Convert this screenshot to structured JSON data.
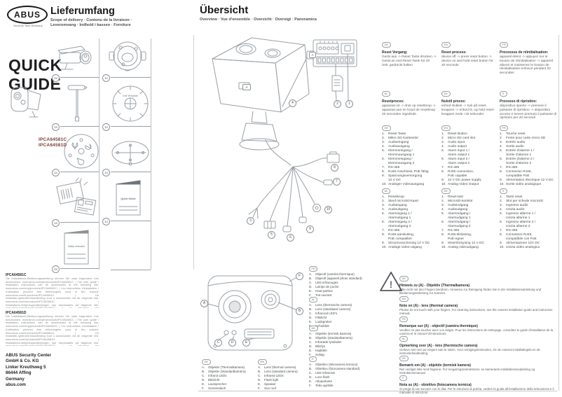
{
  "left_page": {
    "brand": "ABUS",
    "brand_tagline": "Security Tech Germany",
    "title": "Lieferumfang",
    "subtitle1": "Scope of delivery · Contenu de la livraison ·",
    "subtitle2": "Leveromvang · Indhold i kassen · Forniture",
    "quick1": "QUICK",
    "quick2": "GUIDE",
    "model_line1": "IPCA64581C",
    "model_line2": "IPCA64581D",
    "items": [
      {
        "name": "bullet-camera",
        "qty": "1x"
      },
      {
        "name": "mount-base",
        "qty": "1x"
      },
      {
        "name": "allen-key",
        "qty": "1x"
      },
      {
        "name": "drill-template",
        "qty": "1x"
      },
      {
        "name": "mounting-plate",
        "qty": "1x"
      },
      {
        "name": "gasket",
        "qty": "1x"
      },
      {
        "name": "sticker-sheet",
        "qty": "1x"
      },
      {
        "name": "quick-guide-booklet",
        "qty": "1x"
      },
      {
        "name": "safety-booklet",
        "qty": "1x"
      }
    ],
    "labels": {
      "drill_template": "Drill Template",
      "quick_guide": "Quick Guide",
      "safety_reminders": "Safety reminders"
    },
    "downloads": [
      {
        "heading": "IPCA64581C",
        "text": "Die Installations-/Bedienungsanleitung können Sie unter folgendem Link downloaden: www.abus.com/ger/products/IPCA64581C. | The user guide / installation instructions can be downloaded at the following link: www.abus.com/eng/products/IPCA64581C. | Les instructions d'installation / d'utilisation peuvent être téléchargées sous le lien suivant: www.abus.com/fr/products/IPCA64581C. | De installatie-/gebruikershandleiding kunt u downloaden via de volgende link: www.abus.com/nl/products/IPCA64581C. | Installations-/betjeningsvejledningen kan downloades på følgende link: www.abus.com/dk/products/IPCA64581C. | Le istruzioni per l'installazione/l'uso possono essere scaricate dal seguente link: www.abus.com/it/products/IPCA64581C."
      },
      {
        "heading": "IPCA64581D",
        "text": "Die Installations-/Bedienungsanleitung können Sie unter folgendem Link downloaden: www.abus.com/ger/products/IPCA64581D. | The user guide / installation instructions can be downloaded at the following link: www.abus.com/eng/products/IPCA64581D. | Les instructions d'installation / d'utilisation peuvent être téléchargées sous le lien suivant: www.abus.com/fr/products/IPCA64581D. | De installatie-/gebruikershandleiding kunt u downloaden via de volgende link: www.abus.com/nl/products/IPCA64581D. | Installations-/betjeningsvejledningen kan downloades på følgende link: www.abus.com/dk/products/IPCA64581D. | Le istruzioni per l'installazione/l'uso possono essere scaricate dal seguente link: www.abus.com/it/products/IPCA64581D."
      }
    ],
    "address": [
      "ABUS Security Center",
      "GmbH & Co. KG",
      "Linker Kreuthweg 5",
      "86444 Affing",
      "Germany",
      "abus.com"
    ]
  },
  "right_page": {
    "title": "Übersicht",
    "subtitle": "Overview · Vue d'ensemble · Overzicht · Oversigt · Panoramica",
    "panel_label": "A",
    "reset_blocks": [
      {
        "lang": "DE",
        "heading": "Reset Vorgang:",
        "body": "Gerät aus -> Reset Taste drücken -> Gerät an und Reset Taste für 20 Sek. gedrückt halten"
      },
      {
        "lang": "EN",
        "heading": "Reset process:",
        "body": "device off -> press reset button -> device on and hold reset button for 20 seconds"
      },
      {
        "lang": "FR",
        "heading": "Processus de réinitialisation:",
        "body": "appareil éteint -> appuyez sur le bouton de réinitialisation -> appareil allumé et maintenez le bouton de réinitialisation enfoncé pendant 20 secondes"
      },
      {
        "lang": "NL",
        "heading": "Resetproces:",
        "body": "apparaat uit -> druk op resetknop -> apparaat aan en houd de resetknop 20 seconden ingedrukt."
      },
      {
        "lang": "DK",
        "heading": "Nulstil proces:",
        "body": "enhed slukket -> tryk på reset-knappen -> enhed til, og hold reset-knappen nede i 20 sekunder"
      },
      {
        "lang": "IT",
        "heading": "Processo di ripristino:",
        "body": "dispositivo spento -> premere il pulsante di ripristino -> dispositivo acceso e tenere premuto il pulsante di ripristino per 20 secondi"
      }
    ],
    "connector_lists": [
      {
        "lang": "DE",
        "items": [
          {
            "n": "1.",
            "t": "Reset Taste"
          },
          {
            "n": "2.",
            "t": "Mikro SD Kartenslot"
          },
          {
            "n": "3.",
            "t": "Audioeingang"
          },
          {
            "n": "4.",
            "t": "Audioausgang"
          },
          {
            "n": "5.",
            "t": "Klemmeingang /\nKlemmausgang 1"
          },
          {
            "n": "6.",
            "t": "Klemmeingang /\nKlemmausgang 2"
          },
          {
            "n": "7.",
            "t": "RS-485"
          },
          {
            "n": "8.",
            "t": "RJ45 Anschluss, PoE fähig"
          },
          {
            "n": "9.",
            "t": "Spannungsversorgung\n12 V DC"
          },
          {
            "n": "10.",
            "t": "Analoger Videoausgang"
          }
        ]
      },
      {
        "lang": "EN",
        "items": [
          {
            "n": "1.",
            "t": "Reset Button"
          },
          {
            "n": "2.",
            "t": "Micro SD card slot"
          },
          {
            "n": "3.",
            "t": "Audio input"
          },
          {
            "n": "4.",
            "t": "Audio output"
          },
          {
            "n": "5.",
            "t": "Alarm input 1 /\nAlarm output 1"
          },
          {
            "n": "6.",
            "t": "Alarm input 2 /\nAlarm output 2"
          },
          {
            "n": "7.",
            "t": "RS-485"
          },
          {
            "n": "8.",
            "t": "RJ45 connection,\nPoE capable"
          },
          {
            "n": "9.",
            "t": "12 V DC power supply"
          },
          {
            "n": "10.",
            "t": "Analog Video Output"
          }
        ]
      },
      {
        "lang": "FR",
        "items": [
          {
            "n": "1.",
            "t": "Touche reset"
          },
          {
            "n": "2.",
            "t": "Fente pour carte micro SD"
          },
          {
            "n": "3.",
            "t": "Entrée audio"
          },
          {
            "n": "4.",
            "t": "Sortie audio"
          },
          {
            "n": "5.",
            "t": "Entrée d'alarme 1 /\nSortie d'alarme 1"
          },
          {
            "n": "6.",
            "t": "Entrée d'alarme 2 /\nSortie d'alarme 2"
          },
          {
            "n": "7.",
            "t": "RS-485"
          },
          {
            "n": "8.",
            "t": "Connexion RJ45,\ncompatible PoE"
          },
          {
            "n": "9.",
            "t": "Alimentation électrique 12 V DC"
          },
          {
            "n": "10.",
            "t": "Sortie vidéo analogique"
          }
        ]
      },
      {
        "lang": "NL",
        "items": [
          {
            "n": "1.",
            "t": "Resetknop"
          },
          {
            "n": "2.",
            "t": "Sleuf microSD-kaart"
          },
          {
            "n": "3.",
            "t": "Audioingang"
          },
          {
            "n": "4.",
            "t": "Audiouitgang"
          },
          {
            "n": "5.",
            "t": "Alarmingang 1 /\nAlarmuitgang 1"
          },
          {
            "n": "6.",
            "t": "Alarmingang 2 /\nAlarmuitgang 2"
          },
          {
            "n": "7.",
            "t": "RS-485"
          },
          {
            "n": "8.",
            "t": "RJ45-aansluiting,\nPoE compatibel"
          },
          {
            "n": "9.",
            "t": "Stroomvoorziening 12 V DC"
          },
          {
            "n": "10.",
            "t": "Analoge video-uitgang"
          }
        ]
      },
      {
        "lang": "DK",
        "items": [
          {
            "n": "1.",
            "t": "Reset-tast"
          },
          {
            "n": "2.",
            "t": "MicroSD-kortslot"
          },
          {
            "n": "3.",
            "t": "Audioindgang"
          },
          {
            "n": "4.",
            "t": "Audioudgang"
          },
          {
            "n": "5.",
            "t": "Alarmindgang /\nAlarmudgang 1"
          },
          {
            "n": "6.",
            "t": "Alarmindgang /\nAlarmudgang 2"
          },
          {
            "n": "7.",
            "t": "RS-485"
          },
          {
            "n": "8.",
            "t": "RJ45-tilslutning,\nPoE-egnet"
          },
          {
            "n": "9.",
            "t": "Strømforsyning 12 V DC"
          },
          {
            "n": "10.",
            "t": "Analog videoudgang"
          }
        ]
      },
      {
        "lang": "IT",
        "items": [
          {
            "n": "1.",
            "t": "Tasto reset"
          },
          {
            "n": "2.",
            "t": "Slot per schede microSD"
          },
          {
            "n": "3.",
            "t": "Ingresso audio"
          },
          {
            "n": "4.",
            "t": "Uscita audio"
          },
          {
            "n": "5.",
            "t": "Ingresso allarme 1 /\nUscita allarme 1"
          },
          {
            "n": "6.",
            "t": "Ingresso allarme 2 /\nUscita allarme 2"
          },
          {
            "n": "7.",
            "t": "RS-485"
          },
          {
            "n": "8.",
            "t": "Connettore RJ45,\ncompatibile con PoE"
          },
          {
            "n": "9.",
            "t": "Alimentazione 12V DC"
          },
          {
            "n": "10.",
            "t": "Uscita video analogica"
          }
        ]
      }
    ],
    "part_lists": [
      {
        "lang": "DE",
        "items": [
          {
            "n": "A.",
            "t": "Objektiv (Thermalkamera)"
          },
          {
            "n": "B.",
            "t": "Objektiv (Standardkamera)"
          },
          {
            "n": "C.",
            "t": "Infrarot LEDs"
          },
          {
            "n": "D.",
            "t": "Blitzlicht"
          },
          {
            "n": "E.",
            "t": "Lautsprecher"
          },
          {
            "n": "F.",
            "t": "Sonnendach"
          }
        ]
      },
      {
        "lang": "EN",
        "items": [
          {
            "n": "A.",
            "t": "Lens (thermal camera)"
          },
          {
            "n": "B.",
            "t": "Lens (standard camera)"
          },
          {
            "n": "C.",
            "t": "Infrared LEDs"
          },
          {
            "n": "D.",
            "t": "Flash light"
          },
          {
            "n": "E.",
            "t": "Speaker"
          },
          {
            "n": "F.",
            "t": "Sun roof"
          }
        ]
      },
      {
        "lang": "FR",
        "items": [
          {
            "n": "A.",
            "t": "Objectif (caméra thermique)"
          },
          {
            "n": "B.",
            "t": "Objectif (appareil photo standard)"
          },
          {
            "n": "C.",
            "t": "LED infrarouges"
          },
          {
            "n": "D.",
            "t": "Lampe de poche"
          },
          {
            "n": "E.",
            "t": "Haut-parleur"
          },
          {
            "n": "F.",
            "t": "Toit ouvrant"
          }
        ]
      },
      {
        "lang": "NL",
        "items": [
          {
            "n": "A.",
            "t": "Lens (thermische camera)"
          },
          {
            "n": "B.",
            "t": "Lens (standaard camera)"
          },
          {
            "n": "C.",
            "t": "Infrarood LED's"
          },
          {
            "n": "D.",
            "t": "Flitslicht"
          },
          {
            "n": "E.",
            "t": "Luidspreker"
          },
          {
            "n": "F.",
            "t": "Schuifdak"
          }
        ]
      },
      {
        "lang": "DK",
        "items": [
          {
            "n": "A.",
            "t": "Objektiv (termisk kamera)"
          },
          {
            "n": "B.",
            "t": "Objektiv (standardkamera)"
          },
          {
            "n": "C.",
            "t": "Infrarøde lysdioder"
          },
          {
            "n": "D.",
            "t": "Blitzlys"
          },
          {
            "n": "E.",
            "t": "Højttaler"
          },
          {
            "n": "F.",
            "t": "Soltag"
          }
        ]
      },
      {
        "lang": "IT",
        "items": [
          {
            "n": "A.",
            "t": "Obiettivo (telecamera termica)"
          },
          {
            "n": "B.",
            "t": "Obiettivo (fotocamera standard)"
          },
          {
            "n": "C.",
            "t": "LED infrarossi"
          },
          {
            "n": "D.",
            "t": "Luce flash"
          },
          {
            "n": "E.",
            "t": "Altoparlante"
          },
          {
            "n": "F.",
            "t": "Tetto apribile"
          }
        ]
      }
    ],
    "notes": [
      {
        "lang": "DE",
        "heading": "Hinweis zu (A) - Objektiv (Thermalkamera)",
        "body": "Bitte nicht mit den Fingern berühren. Hinweise zur Reinigung finden Sie in der Installationsanleitung und Bedienungsanleitung zur Kamera."
      },
      {
        "lang": "EN",
        "heading": "Note on (A) - lens (thermal camera)",
        "body": "Please do not touch with your fingers. For cleaning instructions, see the camera installation guide and instruction manual."
      },
      {
        "lang": "FR",
        "heading": "Remarque sur (A) - objectif (caméra thermique)",
        "body": "Veuillez ne pas toucher avec vos doigts. Pour les instructions de nettoyage, consultez le guide d'installation de la caméra et le manuel d'instructions."
      },
      {
        "lang": "NL",
        "heading": "Opmerking over (A) - lens (thermische camera)",
        "body": "Gelieve niet met uw vingers aan te raken. Voor reinigingsinstructies, zie de camera-installatiegids en de instructiehandleiding."
      },
      {
        "lang": "DK",
        "heading": "Bemærk om (A) - objektiv (termisk kamera)",
        "body": "Rør venligst ikke med fingrene. For rengøringsinstruktioner, se kameraets installationsvejledning og instruktionsmanual."
      },
      {
        "lang": "IT",
        "heading": "Nota su (A) - obiettivo (fotocamera termica)",
        "body": "Si prega di non toccare con le dita. Per le istruzioni di pulizia, vedere la guida all'installazione della telecamera e il manuale di istruzioni."
      }
    ],
    "callout_numbers": {
      "n1": "1",
      "n2": "2",
      "n3": "3",
      "n4": "4",
      "n5": "5",
      "n6": "6",
      "n7": "7",
      "n8": "8",
      "n9": "9",
      "n10": "10"
    },
    "callout_letters": {
      "a": "A",
      "b": "B",
      "c": "C",
      "d": "D",
      "e": "E",
      "f": "F"
    }
  },
  "colors": {
    "line_art": "#9aa0a6",
    "text": "#303336",
    "model_red": "#7a3e35"
  }
}
